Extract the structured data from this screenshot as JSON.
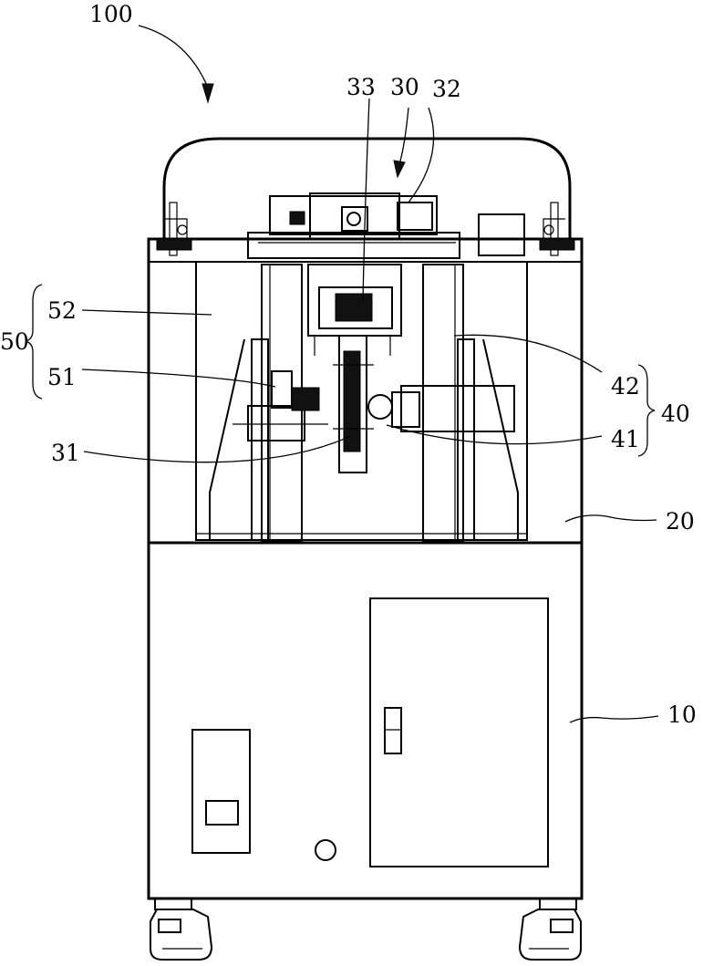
{
  "labels": {
    "l100": "100",
    "l33": "33",
    "l30": "30",
    "l32": "32",
    "l52": "52",
    "l50": "50",
    "l51": "51",
    "l42": "42",
    "l40": "40",
    "l41": "41",
    "l31": "31",
    "l20": "20",
    "l10": "10"
  }
}
